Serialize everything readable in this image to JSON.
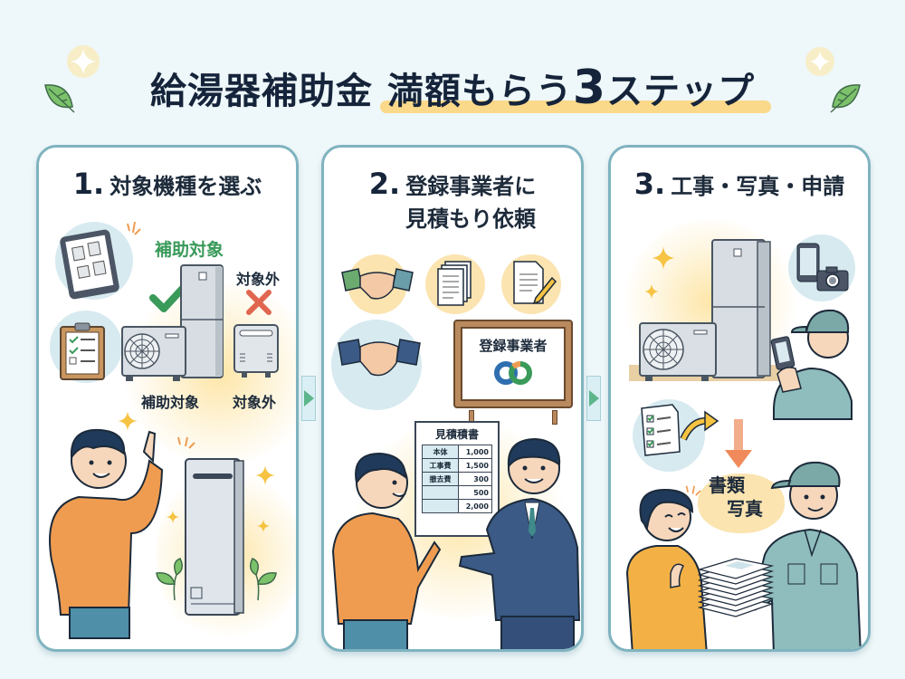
{
  "title": {
    "part1": "給湯器補助金",
    "part2_pre": "満額もらう",
    "part2_num": "3",
    "part2_post": "ステップ"
  },
  "colors": {
    "background": "#eef7f9",
    "panel_border": "#7fb3bf",
    "highlight": "#fbd98a",
    "eligible_green": "#3a9a5a",
    "not_eligible_red": "#e0664f",
    "arrow_green": "#5db58c"
  },
  "steps": [
    {
      "number": "1.",
      "title": "対象機種を選ぶ",
      "labels": {
        "eligible_top": "補助対象",
        "not_eligible_top": "対象外",
        "eligible_bottom": "補助対象",
        "not_eligible_bottom": "対象外"
      },
      "icons": [
        "tablet-catalog-icon",
        "clipboard-checklist-icon",
        "checkmark-icon",
        "cross-icon",
        "heat-pump-unit-icon",
        "water-heater-tank-icon",
        "gas-water-heater-icon",
        "person-pointing-icon",
        "sparkle-icon",
        "leaf-icon"
      ]
    },
    {
      "number": "2.",
      "title_line1": "登録事業者に",
      "title_line2": "見積もり依頼",
      "sign_label": "登録事業者",
      "estimate": {
        "title": "見積積書",
        "rows": [
          {
            "item": "本体",
            "amount": "1,000"
          },
          {
            "item": "工事費",
            "amount": "1,500"
          },
          {
            "item": "撤去費",
            "amount": "300"
          },
          {
            "item": "",
            "amount": "500"
          },
          {
            "item": "",
            "amount": "2,000"
          }
        ]
      },
      "icons": [
        "handshake-icon",
        "documents-icon",
        "document-pen-icon",
        "handshake-icon",
        "registered-business-sign-icon",
        "customer-icon",
        "salesperson-icon"
      ]
    },
    {
      "number": "3.",
      "title": "工事・写真・申請",
      "bubble_line1": "書類",
      "bubble_line2": "写真",
      "icons": [
        "sparkle-icon",
        "heat-pump-unit-icon",
        "water-heater-tank-icon",
        "smartphone-icon",
        "camera-icon",
        "worker-taking-photo-icon",
        "checklist-document-icon",
        "curved-arrow-icon",
        "down-arrow-icon",
        "document-stack-icon",
        "customer-icon",
        "worker-icon"
      ]
    }
  ]
}
